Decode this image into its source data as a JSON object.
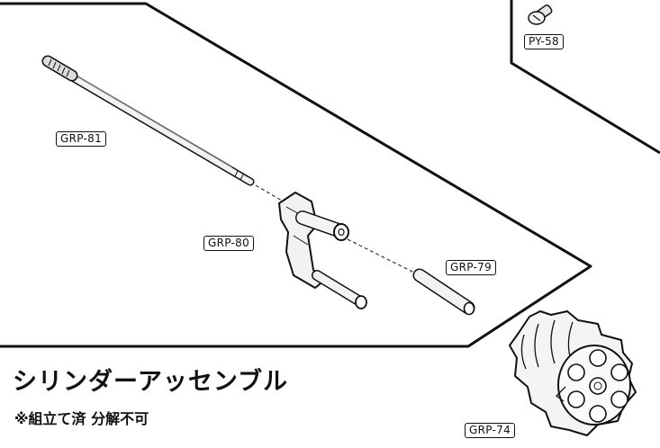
{
  "assembly": {
    "title": "シリンダーアッセンブル",
    "note": "※組立て済 分解不可"
  },
  "parts": [
    {
      "code": "PY-58",
      "name": "screw"
    },
    {
      "code": "GRP-81",
      "name": "ejector-rod"
    },
    {
      "code": "GRP-80",
      "name": "yoke"
    },
    {
      "code": "GRP-79",
      "name": "pin"
    },
    {
      "code": "GRP-74",
      "name": "cylinder"
    }
  ]
}
